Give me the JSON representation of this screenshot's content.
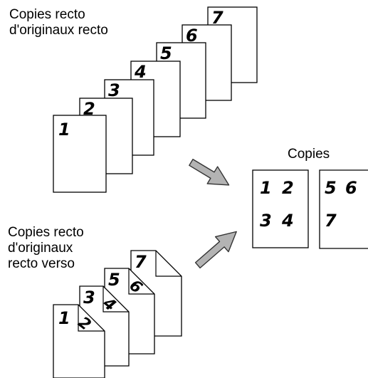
{
  "colors": {
    "ink": "#000000",
    "paper": "#ffffff",
    "arrow_fill": "#b3b3b3",
    "arrow_stroke": "#333333"
  },
  "top_group": {
    "label_lines": [
      "Copies recto",
      "d'originaux recto"
    ],
    "page_numbers": [
      "1",
      "2",
      "3",
      "4",
      "5",
      "6",
      "7"
    ]
  },
  "bottom_group": {
    "label_lines": [
      "Copies recto",
      "d'originaux",
      "recto verso"
    ],
    "sheets": [
      {
        "front": "1",
        "back": "2"
      },
      {
        "front": "3",
        "back": "4"
      },
      {
        "front": "5",
        "back": "6"
      },
      {
        "front": "7",
        "back": ""
      }
    ]
  },
  "output": {
    "title": "Copies",
    "sheet_1": [
      "1",
      "2",
      "3",
      "4"
    ],
    "sheet_2": [
      "5",
      "6",
      "7"
    ]
  },
  "icons": [
    "arrow-right-down-icon",
    "arrow-right-up-icon"
  ]
}
